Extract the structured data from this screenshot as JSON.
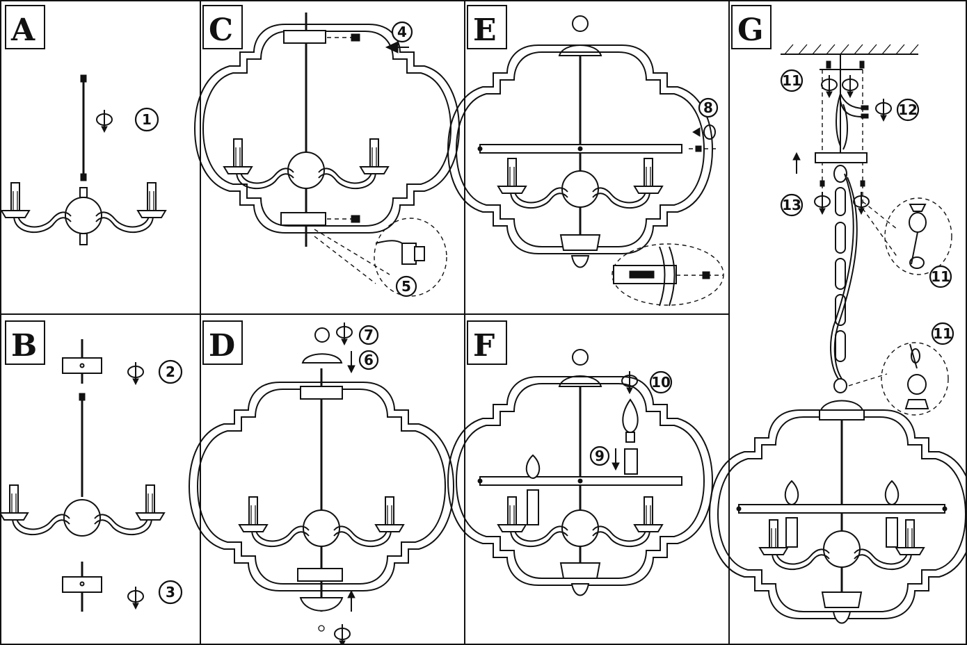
{
  "panels": {
    "A": {
      "letter": "A",
      "steps": [
        "1"
      ]
    },
    "B": {
      "letter": "B",
      "steps": [
        "2",
        "3"
      ]
    },
    "C": {
      "letter": "C",
      "steps": [
        "4",
        "5"
      ]
    },
    "D": {
      "letter": "D",
      "steps": [
        "7",
        "6"
      ]
    },
    "E": {
      "letter": "E",
      "steps": [
        "8"
      ]
    },
    "F": {
      "letter": "F",
      "steps": [
        "10",
        "9"
      ]
    },
    "G": {
      "letter": "G",
      "steps": [
        "11",
        "12",
        "13",
        "11",
        "11"
      ]
    }
  },
  "colors": {
    "line": "#111111",
    "background": "#ffffff"
  }
}
